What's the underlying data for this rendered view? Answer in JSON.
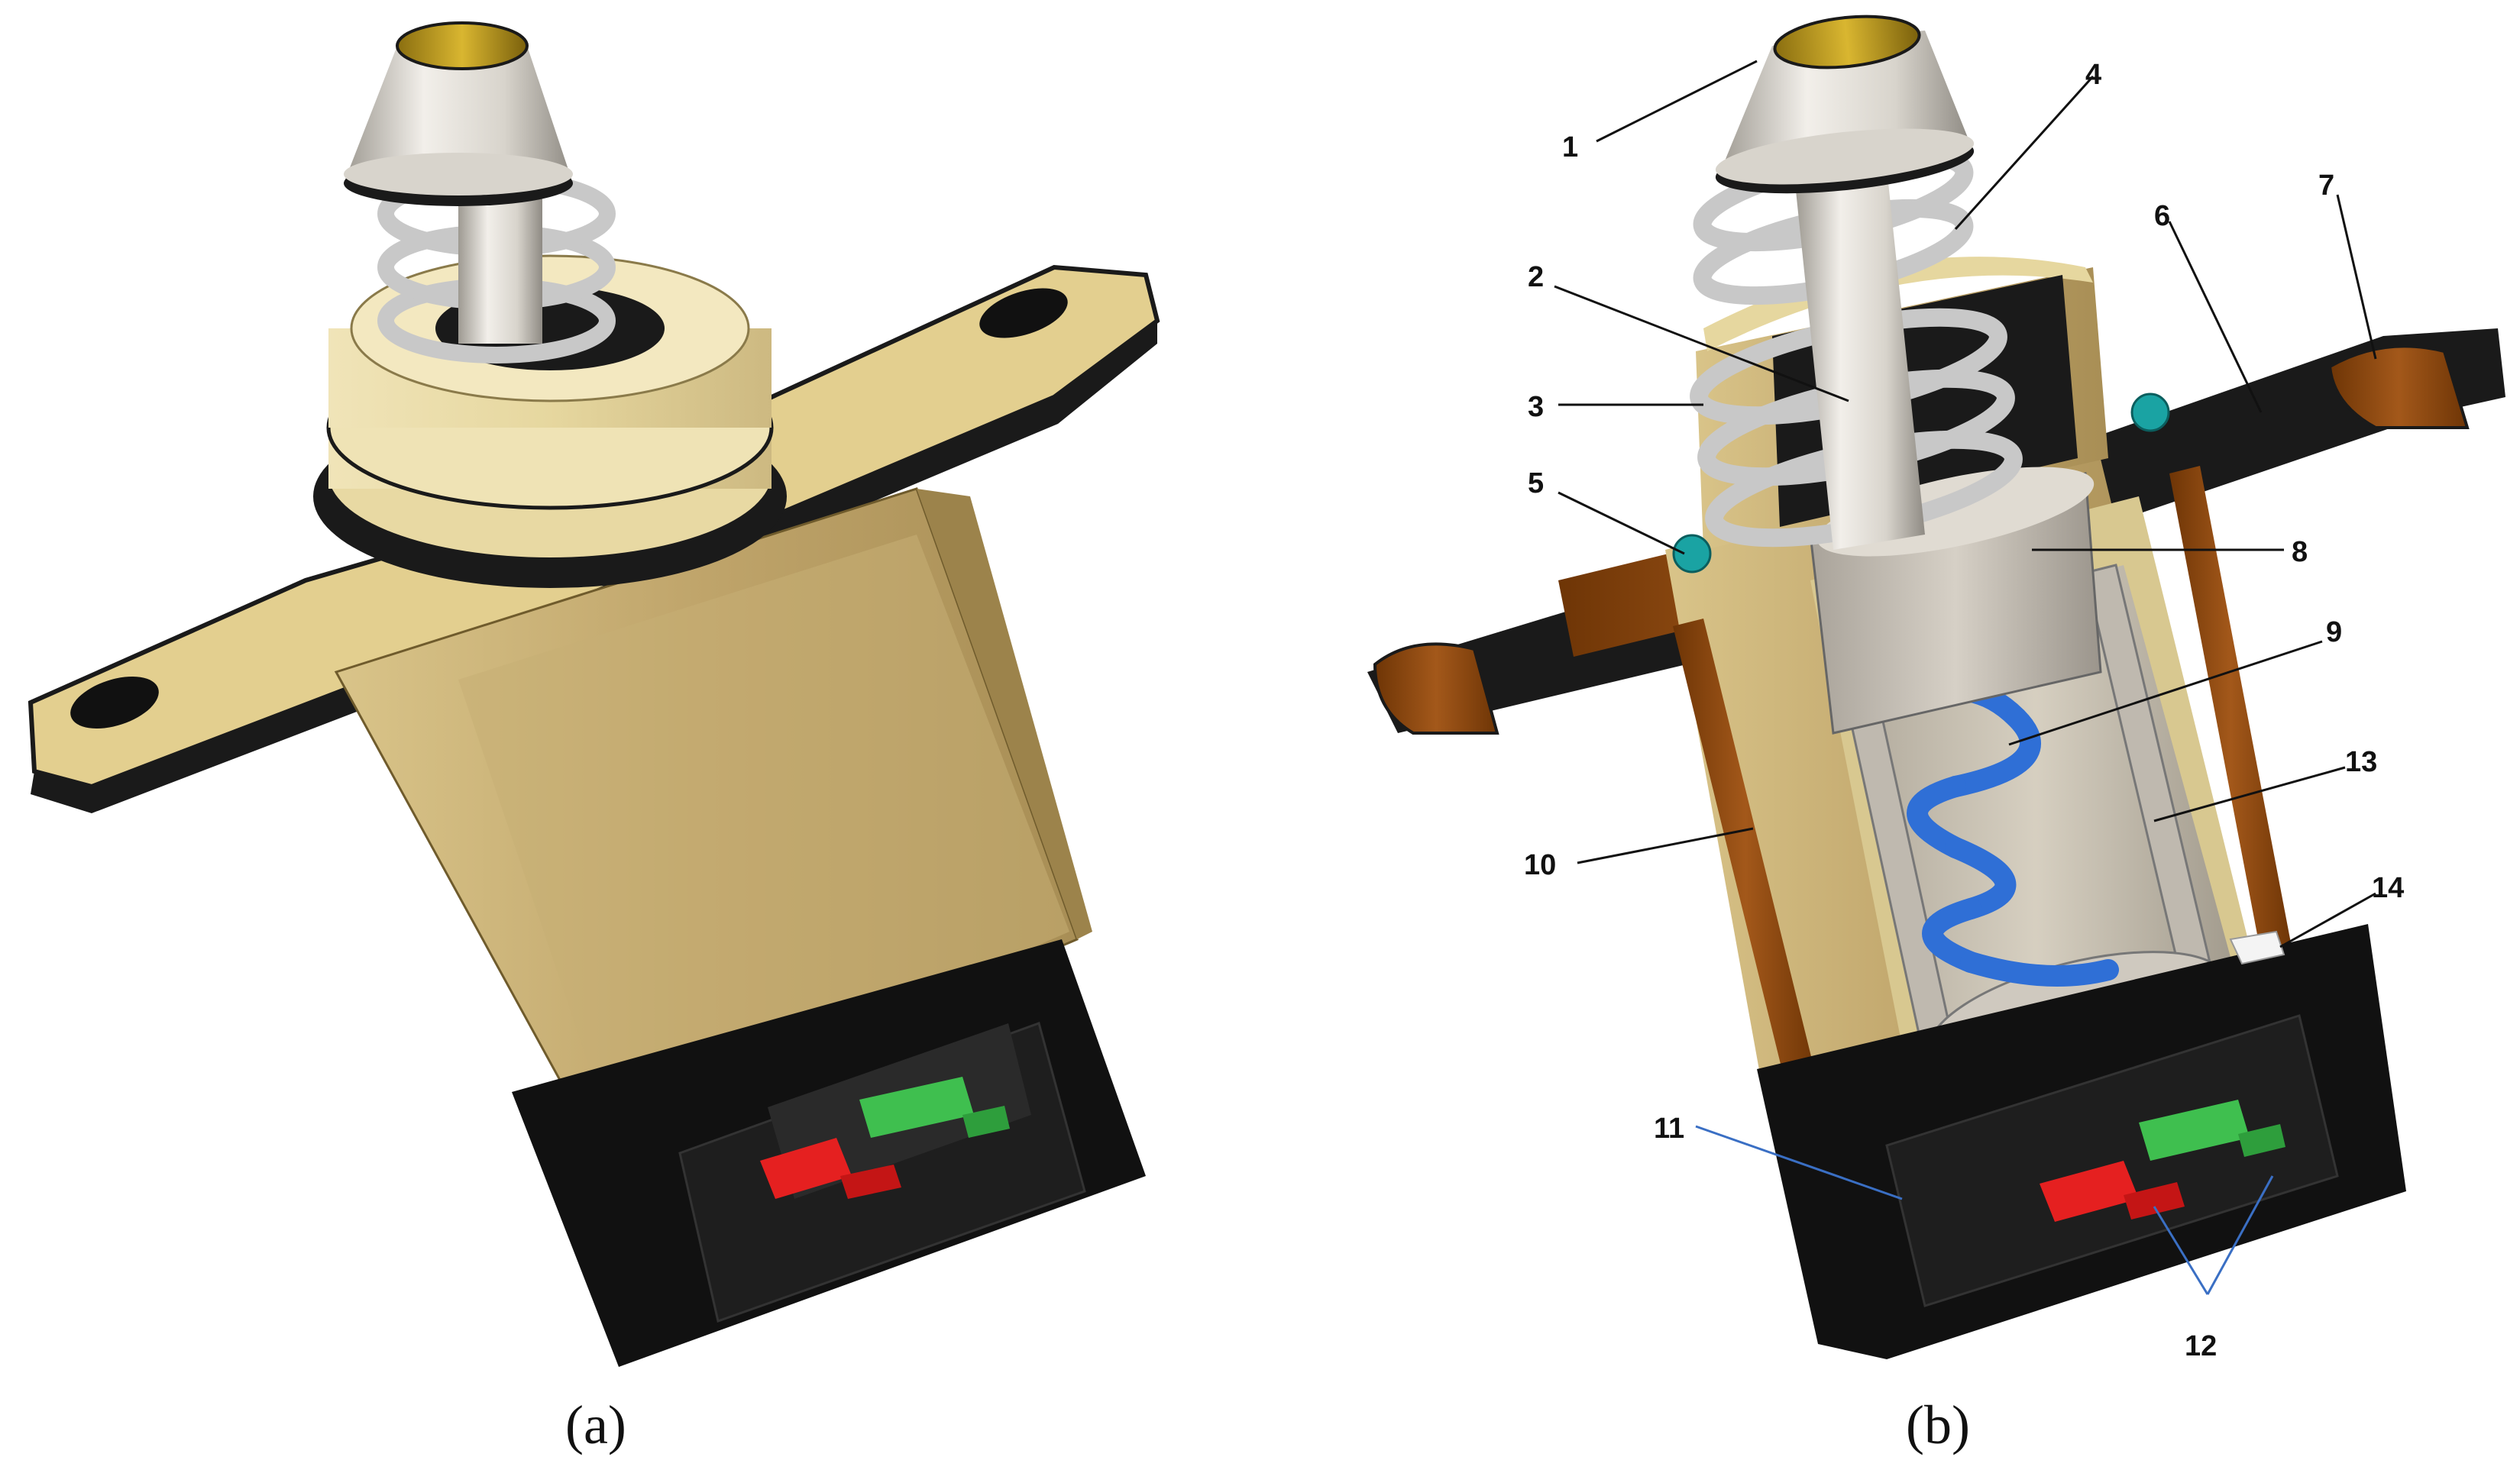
{
  "panels": [
    {
      "id": "a",
      "caption": "(a)"
    },
    {
      "id": "b",
      "caption": "(b)"
    }
  ],
  "callouts": {
    "c1": "1",
    "c2": "2",
    "c3": "3",
    "c4": "4",
    "c5": "5",
    "c6": "6",
    "c7": "7",
    "c8": "8",
    "c9": "9",
    "c10": "10",
    "c11": "11",
    "c12": "12",
    "c13": "13",
    "c14": "14"
  },
  "colors": {
    "housing_tan": "#bfa46a",
    "housing_light": "#e6d79f",
    "flange_dark": "#1a1a1a",
    "connector_black": "#111111",
    "cap_silver": "#d8d4cc",
    "cap_gold": "#b8961e",
    "spring_gray": "#c8c8c8",
    "spring_blue": "#2f6fd6",
    "cut_brown": "#8a4a10",
    "pin_red": "#e52020",
    "pin_green": "#3fbf4f",
    "oring_teal": "#1aa3a3",
    "leader_blue": "#3a6fc4"
  }
}
